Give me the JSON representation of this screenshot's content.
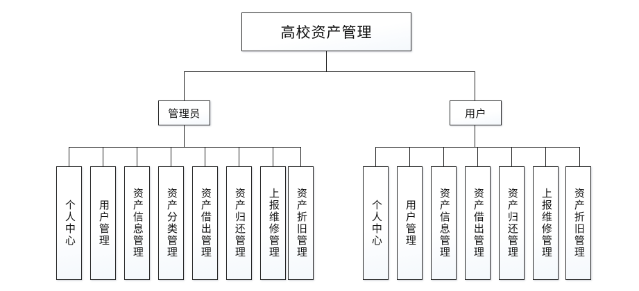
{
  "diagram": {
    "type": "organizational-tree",
    "title": "高校资产管理",
    "root": {
      "label": "高校资产管理"
    },
    "branches": [
      {
        "id": "admin",
        "label": "管理员",
        "children": [
          {
            "label": "个人中心"
          },
          {
            "label": "用户管理"
          },
          {
            "label": "资产信息管理"
          },
          {
            "label": "资产分类管理"
          },
          {
            "label": "资产借出管理"
          },
          {
            "label": "资产归还管理"
          },
          {
            "label": "上报维修管理"
          },
          {
            "label": "资产折旧管理"
          }
        ]
      },
      {
        "id": "user",
        "label": "用户",
        "children": [
          {
            "label": "个人中心"
          },
          {
            "label": "用户管理"
          },
          {
            "label": "资产信息管理"
          },
          {
            "label": "资产借出管理"
          },
          {
            "label": "资产归还管理"
          },
          {
            "label": "上报维修管理"
          },
          {
            "label": "资产折旧管理"
          }
        ]
      }
    ],
    "colors": {
      "border": "#262626",
      "connector": "#1d1d1d",
      "fill_top": "#ffffff",
      "fill_bottom": "#f4f8fc",
      "background": "#ffffff",
      "text": "#111111"
    }
  }
}
